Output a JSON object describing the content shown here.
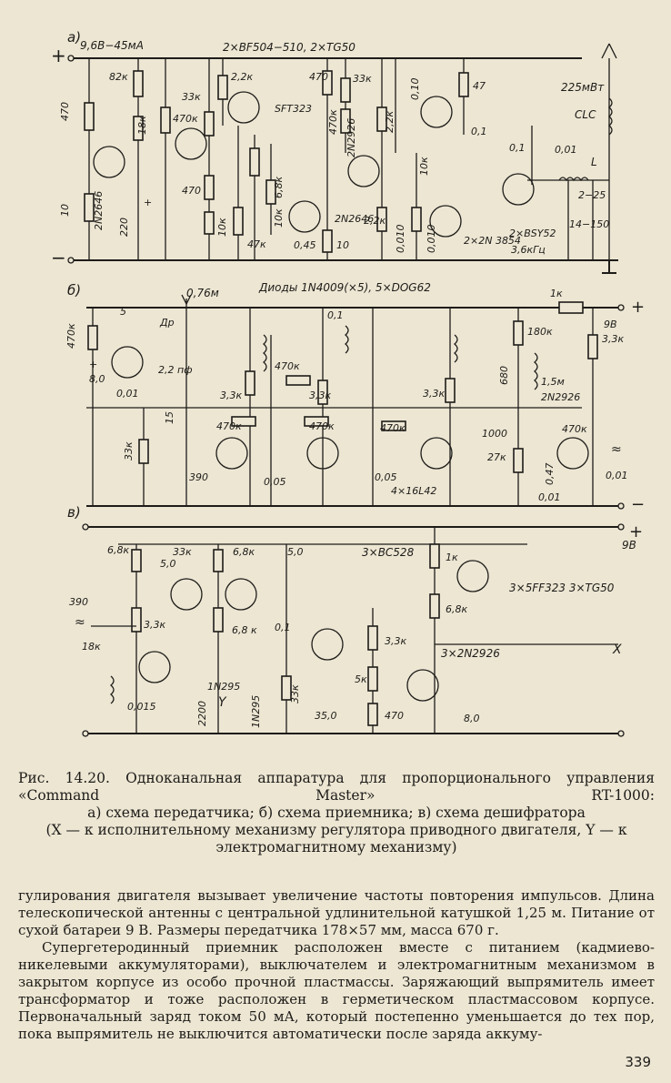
{
  "figure": {
    "panel_a": {
      "marker": "а)",
      "plus_terminal": "+",
      "minus_terminal": "−",
      "supply": "9,6В−45мА",
      "transistors_top": "2×BF504−510, 2×TG50",
      "power_out": "225мВт",
      "coil": "CLC",
      "inductor": "L",
      "labels": {
        "r82k": "82к",
        "r18k": "18к",
        "r470a": "470",
        "r10": "10",
        "q2n2646a": "2N2646",
        "c220": "220",
        "cplus": "+",
        "r33k": "33к",
        "r470k": "470к",
        "r22k": "2,2к",
        "qsft": "SFT323",
        "r470b": "470",
        "r10k": "10к",
        "r47k": "47к",
        "r68k": "6,8к",
        "r10k2": "10к",
        "c045": "0,45",
        "r10b": "10",
        "q2n2646b": "2N2646",
        "r470c": "470",
        "r33kb": "33к",
        "r470kb": "470к",
        "q2n2926": "2N2926",
        "r22kb": "2,2к",
        "r22kc": "2,2к",
        "c0010a": "0,010",
        "c010": "0,10",
        "r47": "47",
        "c01a": "0,1",
        "r10kc": "10к",
        "c0010b": "0,010",
        "q2n3854": "2×2N 3854",
        "c01b": "0,1",
        "c001": "0,01",
        "cap225": "2−25",
        "cap14150": "14−150",
        "qbsy": "2×BSY52",
        "freq": "3,6кГц"
      }
    },
    "panel_b": {
      "marker": "б)",
      "antenna": "0,76м",
      "diodes": "Диоды 1N4009(×5), 5×DOG62",
      "supply_v": "9В",
      "labels": {
        "r470k": "470к",
        "c5": "5",
        "dr": "Др",
        "c80": "8,0",
        "cplus": "+",
        "c001": "0,01",
        "c22": "2,2 пф",
        "c15": "15",
        "r33k": "33к",
        "c390": "390",
        "r33kb": "3,3к",
        "r470kb": "470к",
        "r470kc": "470к",
        "c005a": "0,05",
        "c01": "0,1",
        "r33kc": "3,3к",
        "r470kd": "470к",
        "r470ke": "470к",
        "r33kd": "3,3к",
        "c005b": "0,05",
        "q16l42": "4×16L42",
        "r1k": "1к",
        "r180k": "180к",
        "c680": "680",
        "r15m": "1,5м",
        "q2n2926": "2N2926",
        "c1000": "1000",
        "r27k": "27к",
        "r470kf": "470к",
        "c047": "0,47",
        "c001b": "0,01",
        "c001c": "0,01",
        "r33ke": "3,3к",
        "out": "≈",
        "plus": "+",
        "minus": "−"
      }
    },
    "panel_c": {
      "marker": "в)",
      "supply_v": "9В",
      "transistors": "3×BC528",
      "transistors_out": "3×5FF323 3×TG50",
      "transistors_mid": "3×2N2926",
      "x_label": "X",
      "y_label": "Y",
      "labels": {
        "r68ka": "6,8к",
        "c50a": "5,0",
        "r33ka": "33к",
        "r68kb": "6,8к",
        "c50b": "5,0",
        "c390": "390",
        "r33kb": "3,3к",
        "r18k": "18к",
        "c0015": "0,015",
        "c2200": "2200",
        "d1n295a": "1N295",
        "r68kc": "6,8 к",
        "d1n295b": "1N295",
        "c01": "0,1",
        "r33kc": "33к",
        "c350": "35,0",
        "r33kd": "3,3к",
        "r5k": "5к",
        "r470": "470",
        "r1k": "1к",
        "r68kd": "6,8к",
        "c80": "8,0",
        "plus": "+",
        "in": "≈"
      }
    }
  },
  "caption": {
    "title": "Рис. 14.20. Одноканальная аппаратура для пропорционального управления «Command Master» RT-1000:",
    "line2": "а) схема передатчика; б) схема приемника; в) схема дешифратора",
    "line3": "(X — к исполнительному механизму регулятора приводного двигателя, Y — к электромагнитному механизму)"
  },
  "body_text": {
    "p1": "гулирования двигателя вызывает увеличение частоты повторения импульсов. Длина телескопической антенны с центральной удлинительной катушкой 1,25 м. Питание от сухой батареи 9 В. Размеры передатчика 178×57 мм, масса 670 г.",
    "p2": "Супергетеродинный приемник расположен вместе с питанием (кадмиево-никелевыми аккумуляторами), выключателем и электромагнитным механизмом в закрытом корпусе из особо прочной пластмассы. Заряжающий выпрямитель имеет трансформатор и тоже расположен в герметическом пластмассовом корпусе. Первоначальный заряд током 50 мА, который постепенно уменьшается до тех пор, пока выпрямитель не выключится автоматически после заряда аккуму-"
  },
  "page_number": "339"
}
